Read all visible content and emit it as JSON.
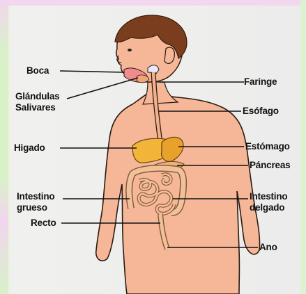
{
  "labels": {
    "boca": "Boca",
    "glandulas_1": "Glándulas",
    "glandulas_2": "Salivares",
    "higado": "Higado",
    "intestino_grueso_1": "Intestino",
    "intestino_grueso_2": "grueso",
    "recto": "Recto",
    "faringe": "Faringe",
    "esofago": "Esófago",
    "estomago": "Estómago",
    "pancreas": "Páncreas",
    "intestino_delgado_1": "Intestino",
    "intestino_delgado_2": "delgado",
    "ano": "Ano"
  },
  "colors": {
    "skin": "#f5b797",
    "skin_outline": "#2a1a12",
    "hair": "#7a3e1e",
    "liver": "#f2b53a",
    "stomach": "#e8a12a",
    "intestine": "#efc29a",
    "intestine_line": "#8a5a3a",
    "leader_line": "#111111"
  }
}
